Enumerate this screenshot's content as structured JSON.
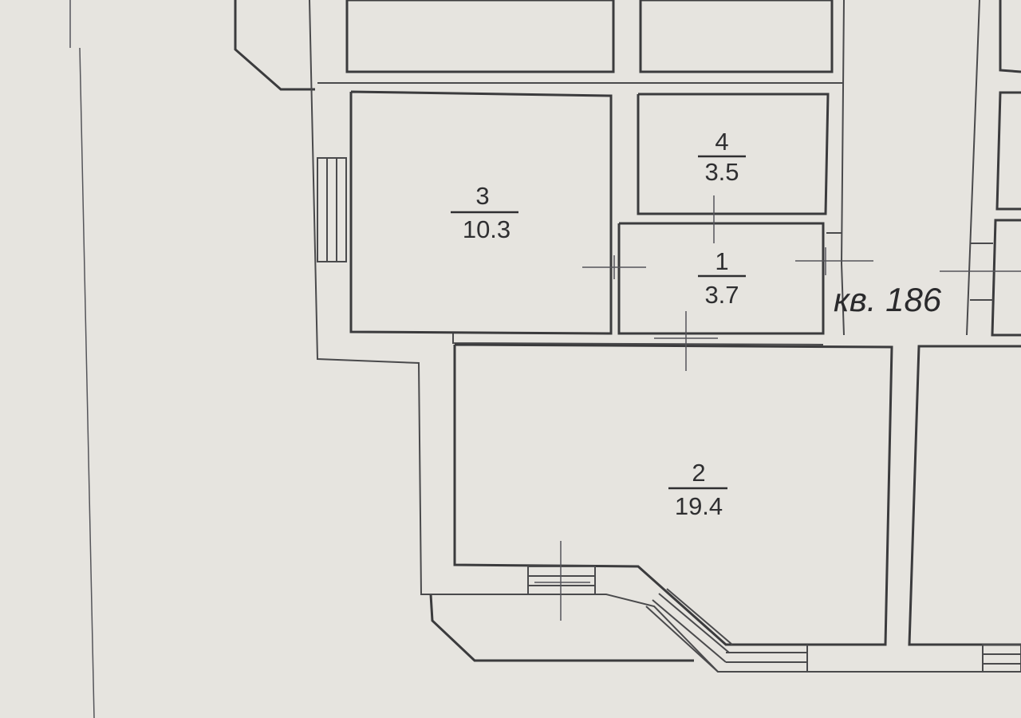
{
  "plan": {
    "apartment_label": "кв. 186",
    "rooms": [
      {
        "id": "room-1",
        "number": "1",
        "area": "3.7"
      },
      {
        "id": "room-2",
        "number": "2",
        "area": "19.4"
      },
      {
        "id": "room-3",
        "number": "3",
        "area": "10.3"
      },
      {
        "id": "room-4",
        "number": "4",
        "area": "3.5"
      }
    ]
  },
  "colors": {
    "paper": "#e6e4df",
    "ink": "#3b3b3d"
  }
}
